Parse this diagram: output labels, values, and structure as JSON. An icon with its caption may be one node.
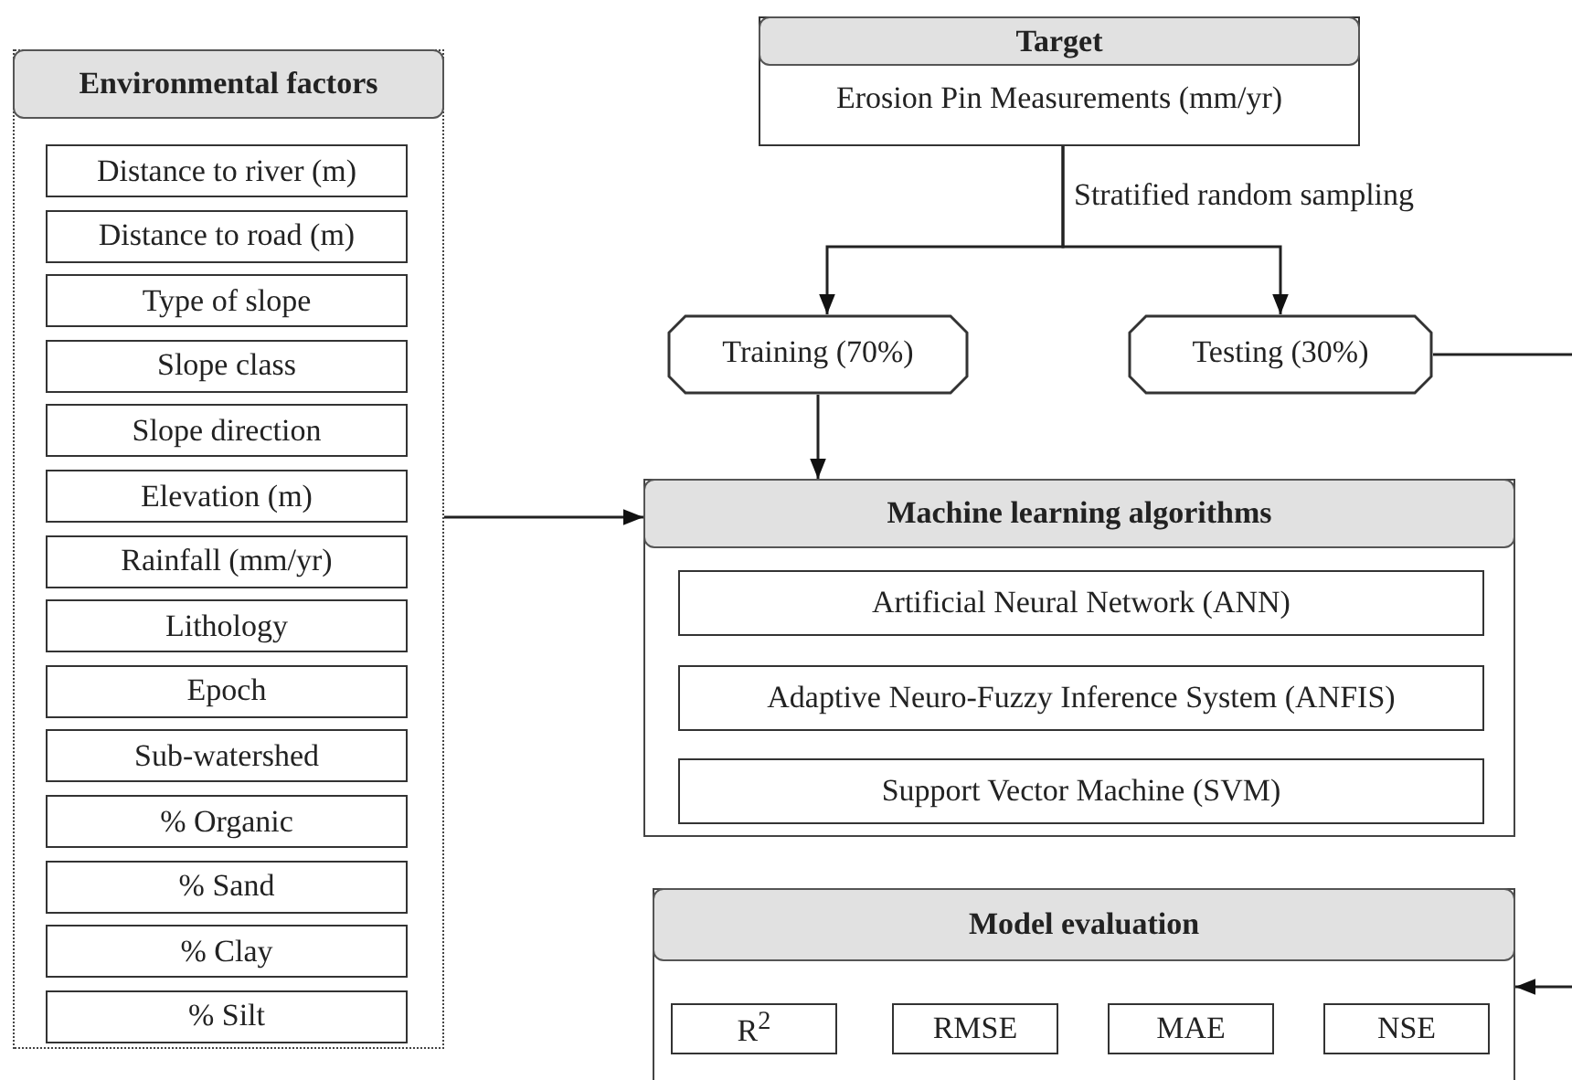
{
  "diagram": {
    "nodes": [
      {
        "text": [
          "Target",
          "Erosion Pin  Measurements (mm/yr)"
        ]
      },
      {
        "text": [
          "Training (70%)"
        ]
      },
      {
        "text": [
          "Testing (30%)"
        ]
      },
      {
        "text": [
          "Environmental factors"
        ]
      },
      {
        "text": [
          "Distance to river (m)"
        ],
        "in": 3
      },
      {
        "text": [
          "Distance to road  (m)"
        ],
        "in": 3
      },
      {
        "text": [
          "Type of slope"
        ],
        "in": 3
      },
      {
        "text": [
          "Slope class"
        ],
        "in": 3
      },
      {
        "text": [
          "Slope direction"
        ],
        "in": 3
      },
      {
        "text": [
          "Elevation (m)"
        ],
        "in": 3
      },
      {
        "text": [
          "Rainfall (mm/yr)"
        ],
        "in": 3
      },
      {
        "text": [
          "Lithology"
        ],
        "in": 3
      },
      {
        "text": [
          "Epoch"
        ],
        "in": 3
      },
      {
        "text": [
          "Sub-watershed"
        ],
        "in": 3
      },
      {
        "text": [
          "% Organic"
        ],
        "in": 3
      },
      {
        "text": [
          "% Sand"
        ],
        "in": 3
      },
      {
        "text": [
          "% Clay"
        ],
        "in": 3
      },
      {
        "text": [
          "% Silt"
        ],
        "in": 3
      },
      {
        "text": [
          "Machine learning algorithms"
        ]
      },
      {
        "text": [
          "Artificial Neural Network (ANN)"
        ],
        "in": 18
      },
      {
        "text": [
          "Adaptive Neuro-Fuzzy Inference System (ANFIS)"
        ],
        "in": 18
      },
      {
        "text": [
          "Support Vector Machine (SVM)"
        ],
        "in": 18
      },
      {
        "text": [
          "Model evaluation"
        ]
      },
      {
        "text": [
          "R$^{2}$"
        ],
        "in": 22
      },
      {
        "text": [
          "RMSE"
        ],
        "in": 22
      },
      {
        "text": [
          "MAE"
        ],
        "in": 22
      },
      {
        "text": [
          "NSE"
        ],
        "in": 22
      }
    ],
    "edges": [
      {
        "from": 0,
        "to": 1,
        "arrow": "to",
        "label": "Stratified random sampling"
      },
      {
        "from": 0,
        "to": 2,
        "arrow": "to"
      },
      {
        "from": 1,
        "to": 18,
        "arrow": "to"
      },
      {
        "from": 3,
        "to": 18,
        "arrow": "to"
      },
      {
        "from": 2,
        "to": null,
        "arrow": "none"
      },
      {
        "from": null,
        "to": 22,
        "arrow": "to"
      }
    ]
  }
}
